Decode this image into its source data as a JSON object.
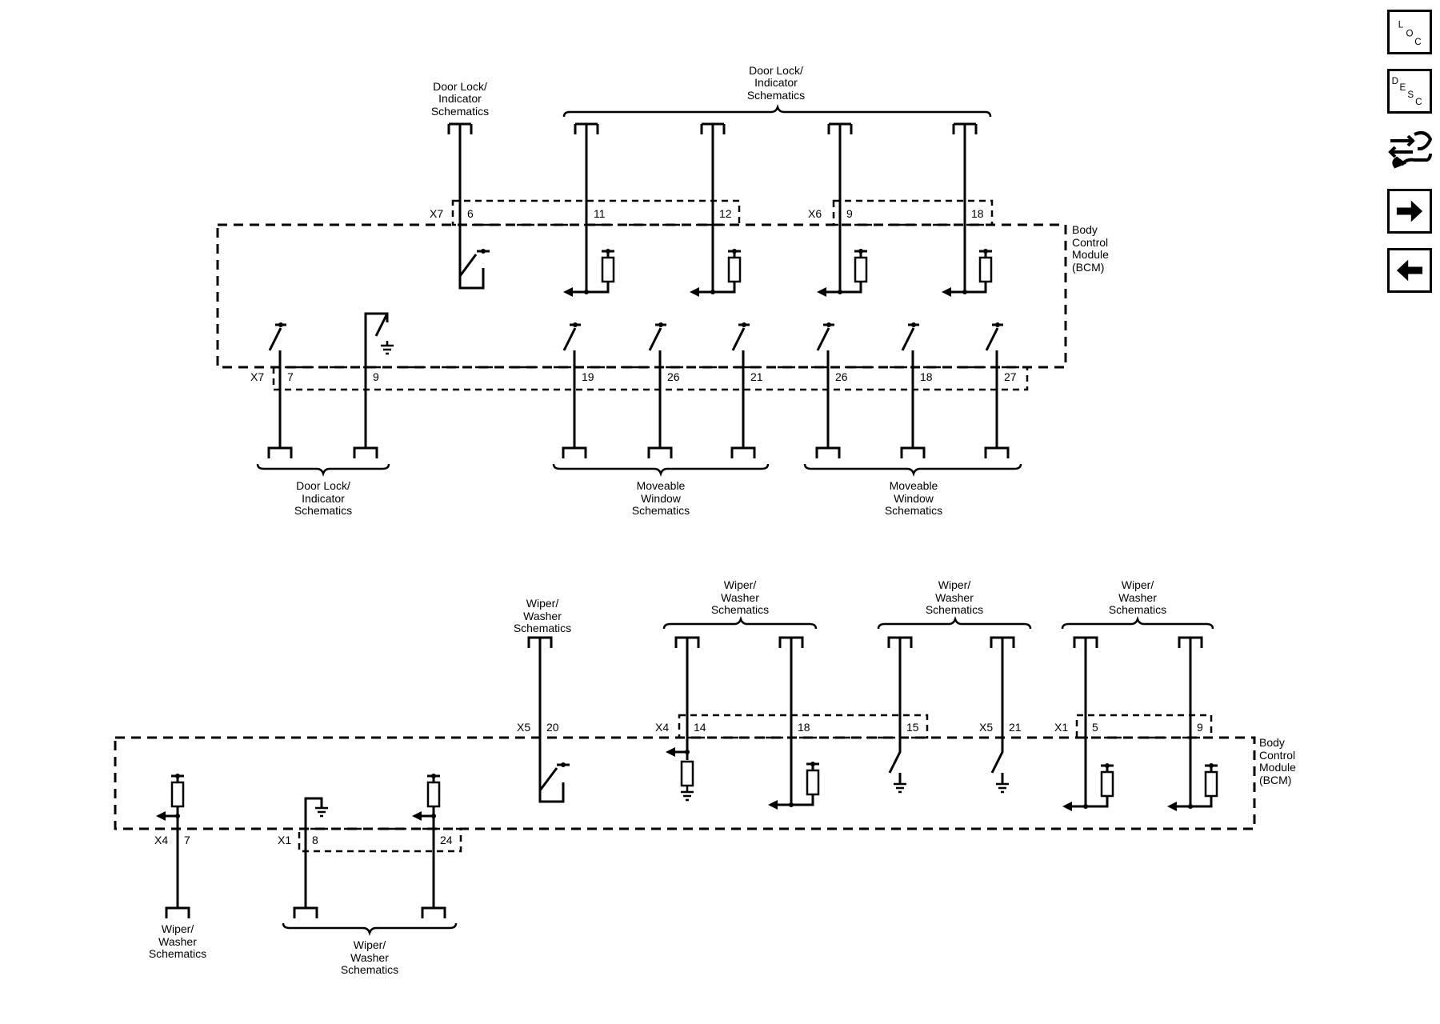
{
  "labels": {
    "door_lock_indicator": [
      "Door Lock/",
      "Indicator",
      "Schematics"
    ],
    "moveable_window": [
      "Moveable",
      "Window",
      "Schematics"
    ],
    "wiper_washer": [
      "Wiper/",
      "Washer",
      "Schematics"
    ],
    "bcm": [
      "Body",
      "Control",
      "Module",
      "(BCM)"
    ]
  },
  "connectors": {
    "x7": "X7",
    "x6": "X6",
    "x5": "X5",
    "x4": "X4",
    "x1": "X1"
  },
  "pins": {
    "top_upper": [
      "6",
      "11",
      "12",
      "9",
      "18"
    ],
    "top_lower": [
      "7",
      "9",
      "19",
      "26",
      "21",
      "26",
      "18",
      "27"
    ],
    "bottom_upper": [
      "20",
      "14",
      "18",
      "15",
      "21",
      "5",
      "9"
    ],
    "bottom_lower": [
      "7",
      "8",
      "24"
    ]
  },
  "nav": {
    "loc_icon": [
      "L",
      "O",
      "C"
    ],
    "desc_icon": [
      "D",
      "E",
      "S",
      "C"
    ]
  }
}
